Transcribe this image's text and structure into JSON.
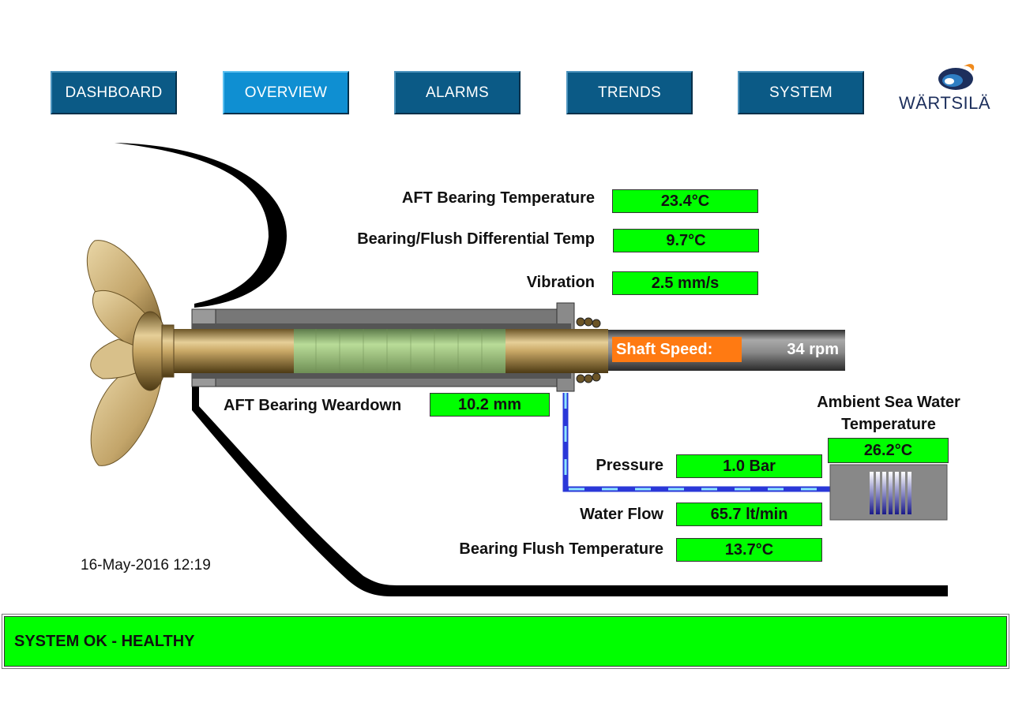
{
  "nav": {
    "dashboard": "DASHBOARD",
    "overview": "OVERVIEW",
    "alarms": "ALARMS",
    "trends": "TRENDS",
    "system": "SYSTEM",
    "active": "overview"
  },
  "brand": {
    "name": "WÄRTSILÄ"
  },
  "readings": {
    "aft_bearing_temp": {
      "label": "AFT Bearing Temperature",
      "value": "23.4°C"
    },
    "differential_temp": {
      "label": "Bearing/Flush Differential Temp",
      "value": "9.7°C"
    },
    "vibration": {
      "label": "Vibration",
      "value": "2.5 mm/s"
    },
    "shaft_speed": {
      "label": "Shaft Speed:",
      "value": "34 rpm"
    },
    "aft_bearing_weardown": {
      "label": "AFT Bearing Weardown",
      "value": "10.2 mm"
    },
    "pressure": {
      "label": "Pressure",
      "value": "1.0 Bar"
    },
    "water_flow": {
      "label": "Water Flow",
      "value": "65.7 lt/min"
    },
    "bearing_flush_temp": {
      "label": "Bearing Flush Temperature",
      "value": "13.7°C"
    },
    "ambient_sea_water_temp": {
      "line1": "Ambient Sea Water",
      "line2": "Temperature",
      "value": "26.2°C"
    }
  },
  "datetime": "16-May-2016 12:19",
  "status": {
    "text": "SYSTEM OK - HEALTHY",
    "color": "#00ff00"
  },
  "colors": {
    "nav": "#0b5a86",
    "nav_active": "#0f8fd2",
    "value_box": "#00ff00",
    "shaft_speed_label": "#ff7a12",
    "pipe": "#3a4fe0"
  }
}
